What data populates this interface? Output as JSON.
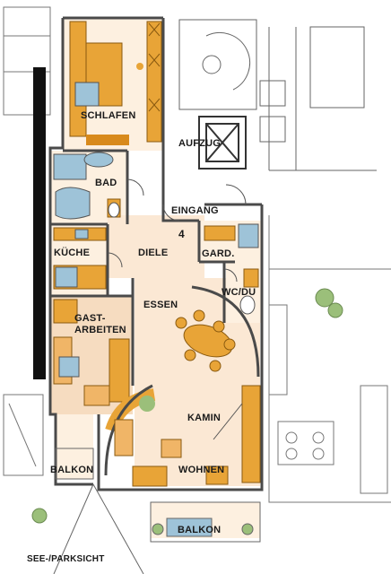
{
  "rooms": {
    "schlafen": "SCHLAFEN",
    "aufzug": "AUFZUG",
    "bad": "BAD",
    "eingang": "EINGANG",
    "unit": "4",
    "kueche": "KÜCHE",
    "diele": "DIELE",
    "gard": "GARD.",
    "wc_du": "WC/DU",
    "essen": "ESSEN",
    "gast": "GAST-",
    "arbeiten": "ARBEITEN",
    "kamin": "KAMIN",
    "wohnen": "WOHNEN",
    "balkon_left": "BALKON",
    "balkon_bottom": "BALKON"
  },
  "caption": "SEE-/PARKSICHT",
  "colors": {
    "wall": "#4a4a4a",
    "floor_warm": "#f6dcc0",
    "floor_living": "#fbe8d4",
    "furniture_orange": "#e8a437",
    "furniture_dark": "#d88a1c",
    "tile_blue": "#9ec3d8",
    "facade_black": "#111111",
    "vegetation": "#9bbf7a"
  }
}
